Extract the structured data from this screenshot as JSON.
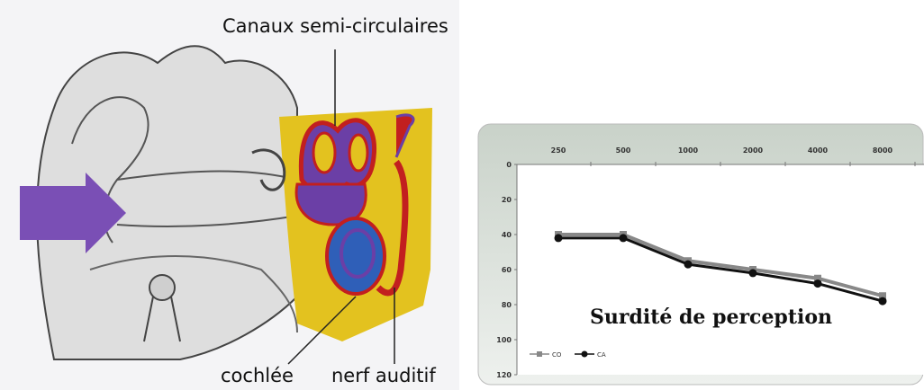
{
  "diagram": {
    "labels": {
      "canaux": "Canaux semi-circulaires",
      "cochlee": "cochlée",
      "nerf": "nerf auditif"
    },
    "colors": {
      "inner_ear_background": "#e3c21f",
      "labyrinth": "#6b3fa6",
      "labyrinth_outline": "#c21f1f",
      "cochlea": "#2f5fb8",
      "arrow": "#7a4fb5",
      "ear_fill": "#dedede"
    }
  },
  "chart_data": {
    "type": "line",
    "title": "Surdité de perception",
    "x": [
      "250",
      "500",
      "1000",
      "2000",
      "4000",
      "8000"
    ],
    "ylim": [
      0,
      120
    ],
    "y_ticks": [
      "0",
      "20",
      "40",
      "60",
      "80",
      "100",
      "120"
    ],
    "y_inverted": true,
    "x_axis_position": "top",
    "grid": false,
    "legend_position": "bottom-left",
    "series": [
      {
        "name": "CO",
        "values": [
          40,
          40,
          55,
          60,
          65,
          75
        ],
        "color": "#888888",
        "marker": "square"
      },
      {
        "name": "CA",
        "values": [
          42,
          42,
          57,
          62,
          68,
          78
        ],
        "color": "#111111",
        "marker": "circle"
      }
    ]
  }
}
